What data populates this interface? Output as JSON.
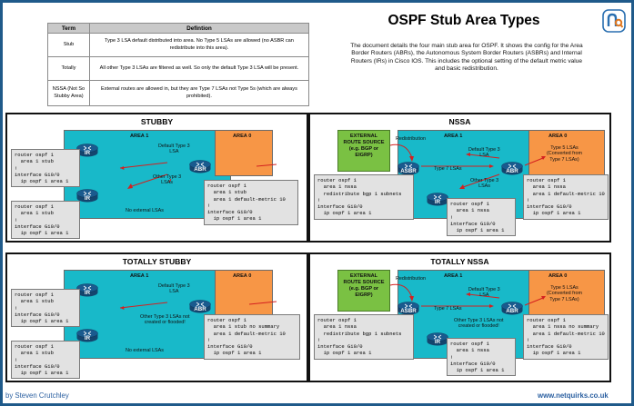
{
  "header": {
    "title": "OSPF Stub Area Types",
    "intro": "The document details the four main stub area for OSPF. It shows the config for the Area Border Routers (ABRs),  the Autonomous System Border Routers (ASBRs) and Internal Routers (IRs) in Cisco IOS. This includes the optional setting of the default metric value and basic redistribution."
  },
  "definitions": {
    "col_term": "Term",
    "col_def": "Defintion",
    "rows": [
      {
        "term": "Stub",
        "def": "Type 3 LSA default distributed into area. No Type 5 LSAs are allowed (no ASBR can redistribute into this area)."
      },
      {
        "term": "Totally",
        "def": "All other Type 3 LSAs are filtered as well. So only the default Type 3 LSA will be present."
      },
      {
        "term": "NSSA (Not So Stubby Area)",
        "def": "External routes are allowed in, but they are Type 7 LSAs not Type 5s (which are always prohibited)."
      }
    ]
  },
  "panels": {
    "stubby": {
      "title": "STUBBY",
      "area1": "AREA 1",
      "area0": "AREA 0",
      "ir": "IR",
      "abr": "ABR",
      "default_lsa": "Default Type 3\nLSA",
      "other_lsa": "Other Type 3\nLSAs",
      "no_ext": "No external LSAs",
      "cfg_ir1": "router ospf 1\n  area 1 stub\n!\ninterface Gi0/0\n  ip ospf 1 area 1",
      "cfg_ir2": "router ospf 1\n  area 1 stub\n!\ninterface Gi0/0\n  ip ospf 1 area 1",
      "cfg_abr": "router ospf 1\n  area 1 stub\n  area 1 default-metric 10\n!\ninterface Gi0/0\n  ip ospf 1 area 1"
    },
    "nssa": {
      "title": "NSSA",
      "area1": "AREA 1",
      "area0": "AREA 0",
      "ext": "EXTERNAL\nROUTE SOURCE\n(e.g. BGP or\nEIGRP)",
      "redist": "Redistribution",
      "asbr": "ASBR",
      "ir": "IR",
      "abr": "ABR",
      "default_lsa": "Default Type 3\nLSA",
      "type7": "Type 7 LSAs",
      "other_lsa": "Other Type 3\nLSAs",
      "type5": "Type 5 LSAs\n(Converted from\nType 7 LSAs)",
      "cfg_asbr": "router ospf 1\n  area 1 nssa\n  redistribute bgp 1 subnets\n!\ninterface Gi0/0\n  ip ospf 1 area 1",
      "cfg_ir": "router ospf 1\n  area 1 nssa\n!\ninterface Gi0/0\n  ip ospf 1 area 1",
      "cfg_abr": "router ospf 1\n  area 1 nssa\n  area 1 default-metric 10\n!\ninterface Gi0/0\n  ip ospf 1 area 1"
    },
    "totally_stubby": {
      "title": "TOTALLY STUBBY",
      "area1": "AREA 1",
      "area0": "AREA 0",
      "ir": "IR",
      "abr": "ABR",
      "default_lsa": "Default Type 3\nLSA",
      "other_lsa": "Other Type 3 LSAs not\ncreated or flooded!",
      "no_ext": "No external LSAs",
      "cfg_ir1": "router ospf 1\n  area 1 stub\n!\ninterface Gi0/0\n  ip ospf 1 area 1",
      "cfg_ir2": "router ospf 1\n  area 1 stub\n!\ninterface Gi0/0\n  ip ospf 1 area 1",
      "cfg_abr": "router ospf 1\n  area 1 stub no summary\n  area 1 default-metric 10\n!\ninterface Gi0/0\n  ip ospf 1 area 1"
    },
    "totally_nssa": {
      "title": "TOTALLY NSSA",
      "area1": "AREA 1",
      "area0": "AREA 0",
      "ext": "EXTERNAL\nROUTE SOURCE\n(e.g. BGP or\nEIGRP)",
      "redist": "Redistribution",
      "asbr": "ASBR",
      "ir": "IR",
      "abr": "ABR",
      "default_lsa": "Default Type 3\nLSA",
      "type7": "Type 7 LSAs",
      "other_lsa": "Other Type 3 LSAs not\ncreated or flooded!",
      "type5": "Type 5 LSAs\n(Converted from\nType 7 LSAs)",
      "cfg_asbr": "router ospf 1\n  area 1 nssa\n  redistribute bgp 1 subnets\n!\ninterface Gi0/0\n  ip ospf 1 area 1",
      "cfg_ir": "router ospf 1\n  area 1 nssa\n!\ninterface Gi0/0\n  ip ospf 1 area 1",
      "cfg_abr": "router ospf 1\n  area 1 nssa no summary\n  area 1 default-metric 10\n!\ninterface Gi0/0\n  ip ospf 1 area 1"
    }
  },
  "footer": {
    "author": "by Steven Crutchley",
    "website": "www.netquirks.co.uk"
  },
  "colors": {
    "area1": "#18b9c9",
    "area0": "#f79646",
    "external": "#7ac143",
    "router": "#1a5a8e",
    "arrow": "#d42020",
    "frame": "#1f5a8a"
  }
}
